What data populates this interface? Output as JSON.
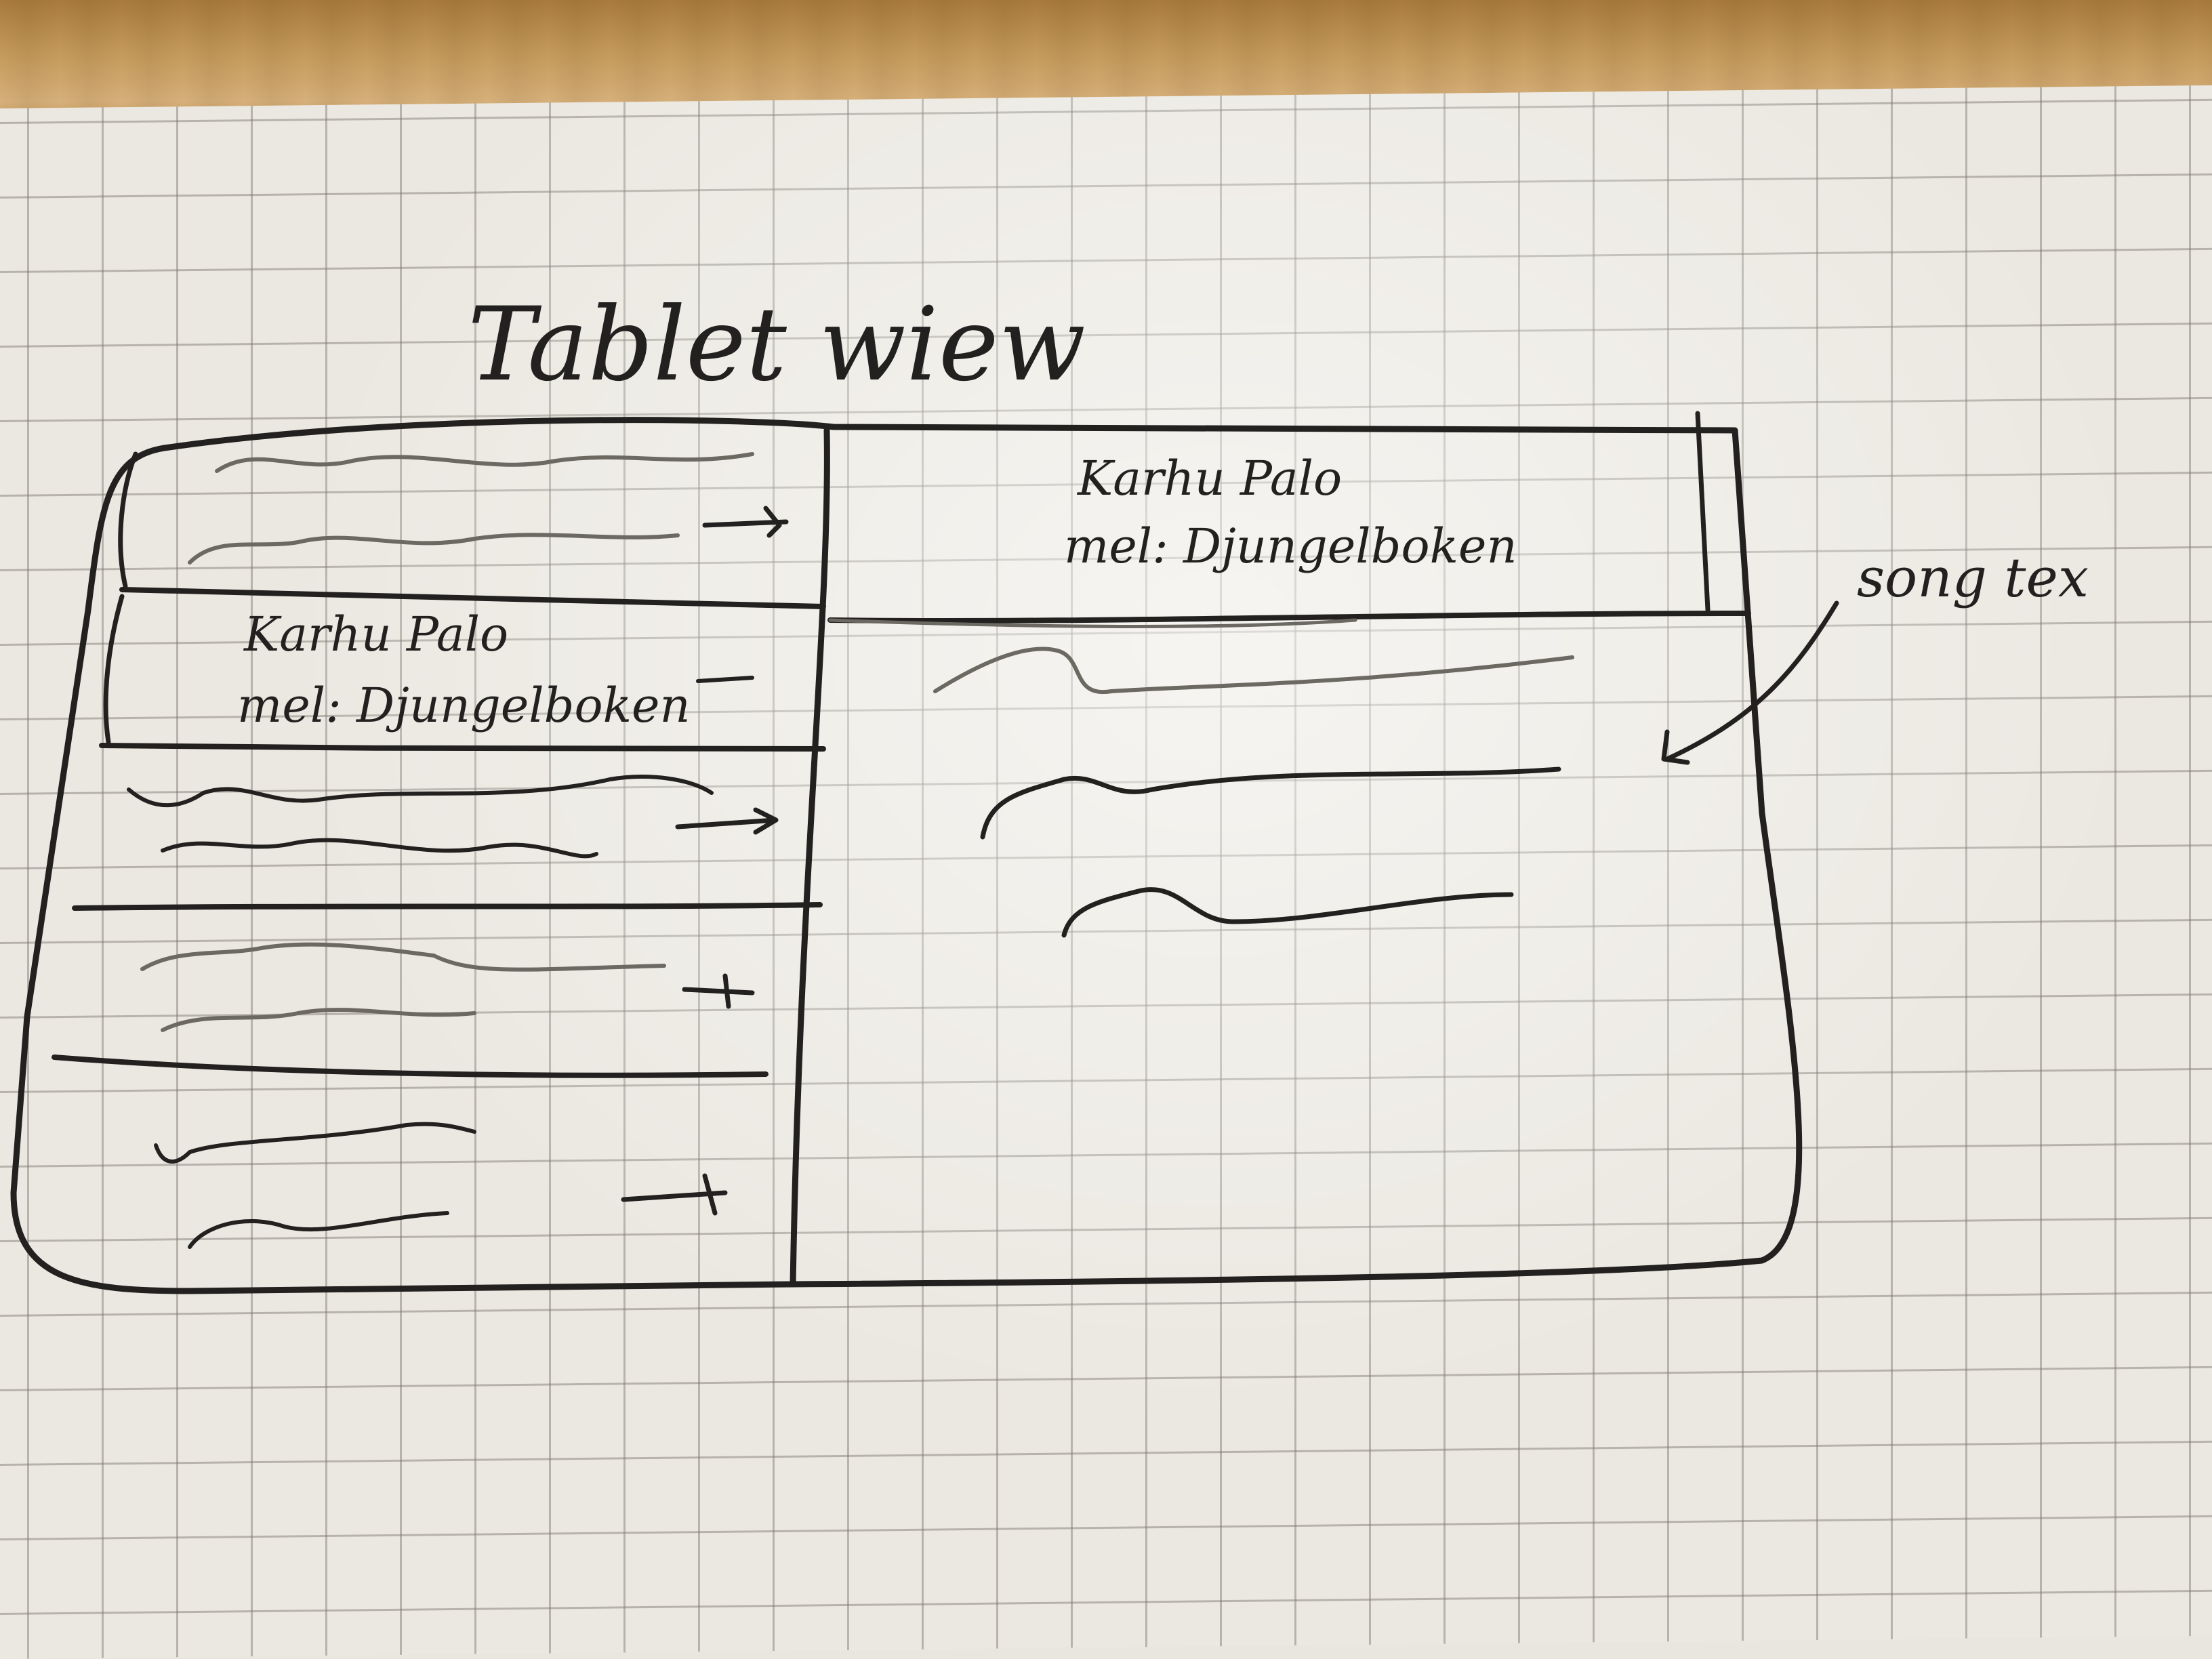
{
  "sketch": {
    "title": "Tablet wiew",
    "list_selected_item": {
      "line1": "Karhu Palo",
      "line2": "mel: Djungelboken"
    },
    "detail_header": {
      "line1": "Karhu Palo",
      "line2": "mel: Djungelboken"
    },
    "annotation": "song tex"
  }
}
